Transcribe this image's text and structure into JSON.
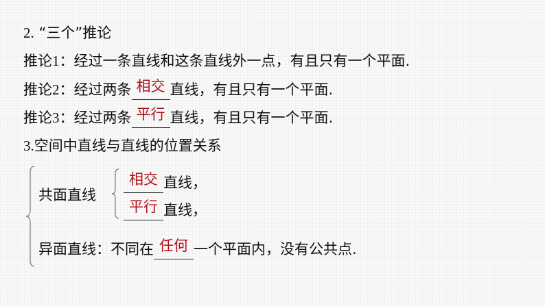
{
  "heading2": {
    "number": "2.",
    "title": "“三个”推论"
  },
  "corollaries": [
    {
      "label": "推论",
      "num": "1",
      "colon": "：",
      "text": "经过一条直线和这条直线外一点，有且只有一个平面."
    },
    {
      "label": "推论",
      "num": "2",
      "colon": "：",
      "prefix": "经过两条",
      "answer": "相交",
      "suffix": "直线，有且只有一个平面."
    },
    {
      "label": "推论",
      "num": "3",
      "colon": "：",
      "prefix": "经过两条",
      "answer": "平行",
      "suffix": "直线，有且只有一个平面."
    }
  ],
  "heading3": {
    "number": "3.",
    "title": "空间中直线与直线的位置关系"
  },
  "classification": {
    "coplanar": {
      "label": "共面直线",
      "items": [
        {
          "answer": "相交",
          "suffix": "直线，"
        },
        {
          "answer": "平行",
          "suffix": "直线，"
        }
      ]
    },
    "skew": {
      "label": "异面直线：",
      "prefix": "不同在",
      "answer": "任何",
      "suffix": "一个平面内，没有公共点."
    }
  },
  "colors": {
    "answer": "#b3121c",
    "text": "#111111",
    "background": "#f9f9f9"
  }
}
